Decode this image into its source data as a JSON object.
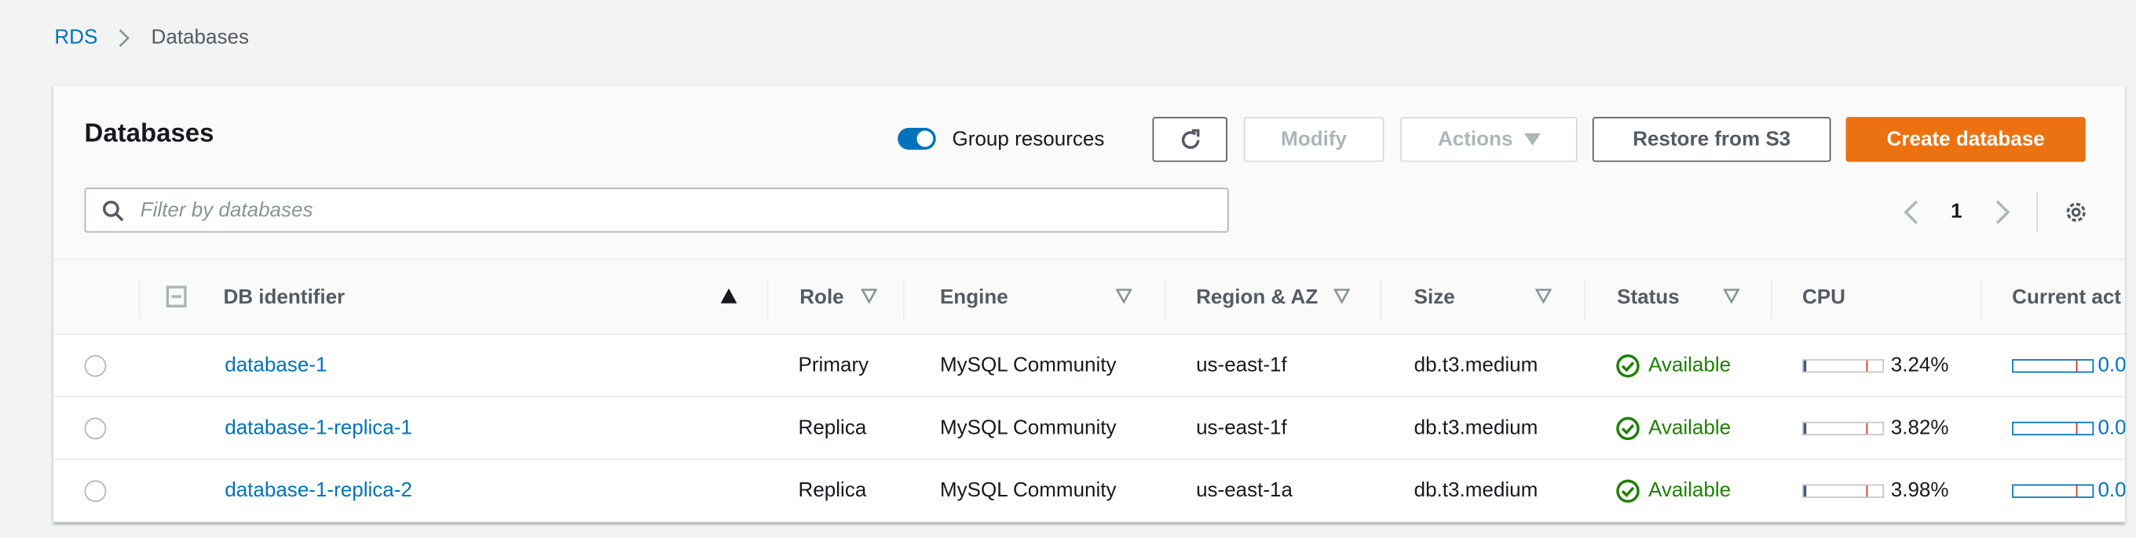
{
  "breadcrumb": {
    "root": "RDS",
    "current": "Databases"
  },
  "panel": {
    "title": "Databases",
    "group_resources": {
      "label": "Group resources",
      "enabled": true
    },
    "buttons": {
      "refresh": "refresh-icon",
      "modify": "Modify",
      "actions": "Actions",
      "restore": "Restore from S3",
      "create": "Create database"
    },
    "filter_placeholder": "Filter by databases",
    "pagination": {
      "page": "1"
    }
  },
  "colors": {
    "accent": "#ec7211",
    "link": "#0073bb",
    "status_ok": "#1d8102"
  },
  "table": {
    "columns": [
      "DB identifier",
      "Role",
      "Engine",
      "Region & AZ",
      "Size",
      "Status",
      "CPU",
      "Current act"
    ],
    "rows": [
      {
        "id": "database-1",
        "role": "Primary",
        "engine": "MySQL Community",
        "region": "us-east-1f",
        "size": "db.t3.medium",
        "status": "Available",
        "cpu": "3.24%",
        "cpu_value": 3.24,
        "activity": "0.0"
      },
      {
        "id": "database-1-replica-1",
        "role": "Replica",
        "engine": "MySQL Community",
        "region": "us-east-1f",
        "size": "db.t3.medium",
        "status": "Available",
        "cpu": "3.82%",
        "cpu_value": 3.82,
        "activity": "0.0"
      },
      {
        "id": "database-1-replica-2",
        "role": "Replica",
        "engine": "MySQL Community",
        "region": "us-east-1a",
        "size": "db.t3.medium",
        "status": "Available",
        "cpu": "3.98%",
        "cpu_value": 3.98,
        "activity": "0.0"
      }
    ]
  }
}
